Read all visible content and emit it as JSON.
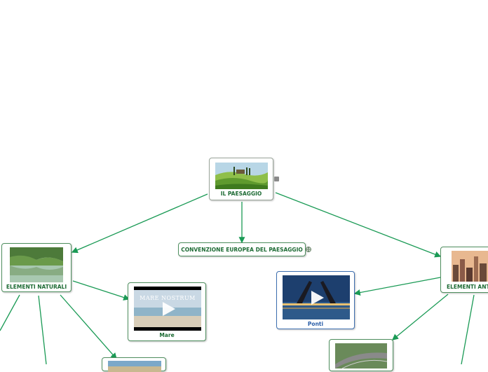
{
  "nodes": {
    "root": {
      "label": "IL PAESAGGIO"
    },
    "convention": {
      "label": "CONVENZIONE EUROPEA DEL PAESAGGIO"
    },
    "natural": {
      "label": "ELEMENTI NATURALI"
    },
    "anthropic": {
      "label": "ELEMENTI ANT"
    },
    "mare": {
      "label": "Mare",
      "video_caption": "MARE NOSTRUM"
    },
    "ponti": {
      "label": "Ponti"
    }
  },
  "colors": {
    "connector": "#1a9a55",
    "label_green": "#1d6b34",
    "label_blue": "#2a5ea8"
  },
  "icons": {
    "note": "note-icon",
    "link": "globe-icon",
    "video": "play-icon"
  }
}
